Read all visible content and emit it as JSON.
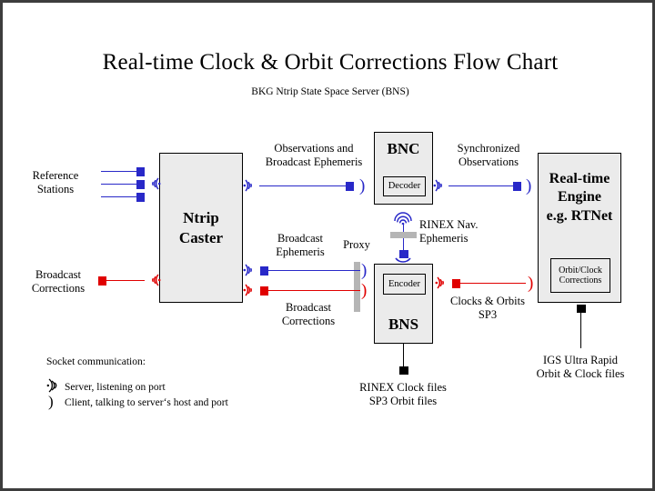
{
  "page": {
    "title": "Real-time Clock & Orbit Corrections Flow Chart",
    "subtitle": "BKG Ntrip State Space Server  (BNS)"
  },
  "colors": {
    "stream_blue": "#2828c8",
    "correction_red": "#e00000",
    "file_black": "#000000",
    "box_fill": "#ebebeb",
    "canvas_border": "#3d3d3d",
    "proxy_bar": "#b5b5b5"
  },
  "nodes": {
    "caster": {
      "title_line1": "Ntrip",
      "title_line2": "Caster"
    },
    "bnc": {
      "title": "BNC",
      "sub": "Decoder"
    },
    "bns": {
      "title": "BNS",
      "sub": "Encoder"
    },
    "engine": {
      "title_line1": "Real-time",
      "title_line2": "Engine",
      "title_line3": "e.g. RTNet",
      "sub_line1": "Orbit/Clock",
      "sub_line2": "Corrections"
    }
  },
  "labels": {
    "reference_stations_1": "Reference",
    "reference_stations_2": "Stations",
    "broadcast_corrections_left_1": "Broadcast",
    "broadcast_corrections_left_2": "Corrections",
    "observations_1": "Observations and",
    "observations_2": "Broadcast Ephemeris",
    "synchronized_1": "Synchronized",
    "synchronized_2": "Observations",
    "rinex_nav_1": "RINEX Nav.",
    "rinex_nav_2": "Ephemeris",
    "broadcast_ephemeris_1": "Broadcast",
    "broadcast_ephemeris_2": "Ephemeris",
    "broadcast_corrections_mid_1": "Broadcast",
    "broadcast_corrections_mid_2": "Corrections",
    "proxy": "Proxy",
    "clocks_orbits_1": "Clocks & Orbits",
    "clocks_orbits_2": "SP3",
    "rinex_files_1": "RINEX Clock files",
    "rinex_files_2": "SP3 Orbit files",
    "igs_1": "IGS Ultra Rapid",
    "igs_2": "Orbit & Clock files"
  },
  "legend": {
    "heading": "Socket communication:",
    "server_text": "Server, listening on port",
    "client_text": "Client, talking to server‘s host and port",
    "server_icon": "socket-server-icon",
    "client_icon": "socket-client-icon"
  }
}
